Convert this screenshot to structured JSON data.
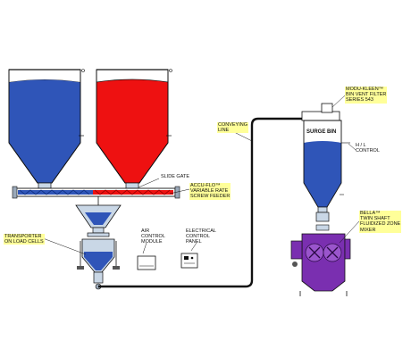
{
  "silos": {
    "left": {
      "title": "STORAGE SILO"
    },
    "right": {
      "title": "STORAGE SILO"
    }
  },
  "surge_bin": {
    "title": "SURGE BIN"
  },
  "labels": {
    "slide_gate": "SLIDE GATE",
    "accu_flo_1": "ACCU-FLO™",
    "accu_flo_2": "VARIABLE RATE",
    "accu_flo_3": "SCREW FEEDER",
    "air_1": "AIR",
    "air_2": "CONTROL",
    "air_3": "MODULE",
    "elec_1": "ELECTRICAL",
    "elec_2": "CONTROL",
    "elec_3": "PANEL",
    "trans_1": "TRANSPORTER",
    "trans_2": "ON LOAD CELLS",
    "conv_1": "CONVEYING",
    "conv_2": "LINE",
    "modu_1": "MODU-KLEEN™",
    "modu_2": "BIN VENT FILTER",
    "modu_3": "SERIES 543",
    "hl_1": "H / L",
    "hl_2": "CONTROL",
    "bella_1": "BELLA™",
    "bella_2": "TWIN SHAFT",
    "bella_3": "FLUIDIZED ZONE",
    "bella_4": "MIXER"
  },
  "colors": {
    "blue_material": "#2f55b8",
    "red_material": "#ee1111",
    "purple_mixer": "#7a2fb0",
    "steel": "#c9d7e6",
    "highlight": "#ffff99"
  }
}
